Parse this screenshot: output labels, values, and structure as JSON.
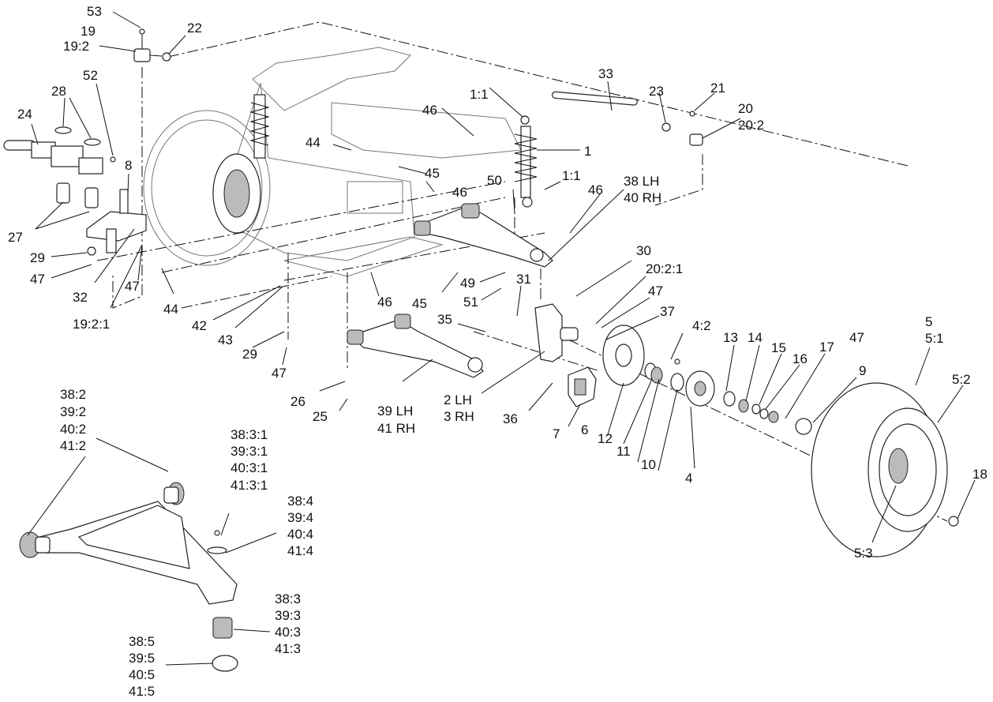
{
  "callouts": {
    "c53": "53",
    "c22": "22",
    "c19": "19",
    "c19_2": "19:2",
    "c52": "52",
    "c28": "28",
    "c24": "24",
    "c8": "8",
    "c27": "27",
    "c29a": "29",
    "c47a": "47",
    "c32": "32",
    "c47b": "47",
    "c19_2_1": "19:2:1",
    "c44a": "44",
    "c45a": "45",
    "c46a": "46",
    "c46b": "46",
    "c1_1a": "1:1",
    "c1": "1",
    "c1_1b": "1:1",
    "c50": "50",
    "c46c": "46",
    "c33": "33",
    "c23": "23",
    "c21": "21",
    "c20": "20",
    "c20_2": "20:2",
    "c38lh": "38 LH",
    "c40rh": "40 RH",
    "c44b": "44",
    "c42": "42",
    "c43": "43",
    "c29b": "29",
    "c47c": "47",
    "c46d": "46",
    "c45b": "45",
    "c49": "49",
    "c51": "51",
    "c31": "31",
    "c30": "30",
    "c20_2_1": "20:2:1",
    "c47d": "47",
    "c37": "37",
    "c35": "35",
    "c4_2": "4:2",
    "c13": "13",
    "c14": "14",
    "c15": "15",
    "c16": "16",
    "c17": "17",
    "c47e": "47",
    "c9": "9",
    "c5": "5",
    "c5_1": "5:1",
    "c5_2": "5:2",
    "c26": "26",
    "c25": "25",
    "c39lh": "39 LH",
    "c41rh": "41 RH",
    "c2lh": "2 LH",
    "c3rh": "3 RH",
    "c36": "36",
    "c7": "7",
    "c6": "6",
    "c12": "12",
    "c11": "11",
    "c10": "10",
    "c4": "4",
    "c18": "18",
    "c5_3": "5:3",
    "c38_2": "38:2",
    "c39_2": "39:2",
    "c40_2": "40:2",
    "c41_2": "41:2",
    "c38_3_1": "38:3:1",
    "c39_3_1": "39:3:1",
    "c40_3_1": "40:3:1",
    "c41_3_1": "41:3:1",
    "c38_4": "38:4",
    "c39_4": "39:4",
    "c40_4": "40:4",
    "c41_4": "41:4",
    "c38_3": "38:3",
    "c39_3": "39:3",
    "c40_3": "40:3",
    "c41_3": "41:3",
    "c38_5": "38:5",
    "c39_5": "39:5",
    "c40_5": "40:5",
    "c41_5": "41:5"
  }
}
